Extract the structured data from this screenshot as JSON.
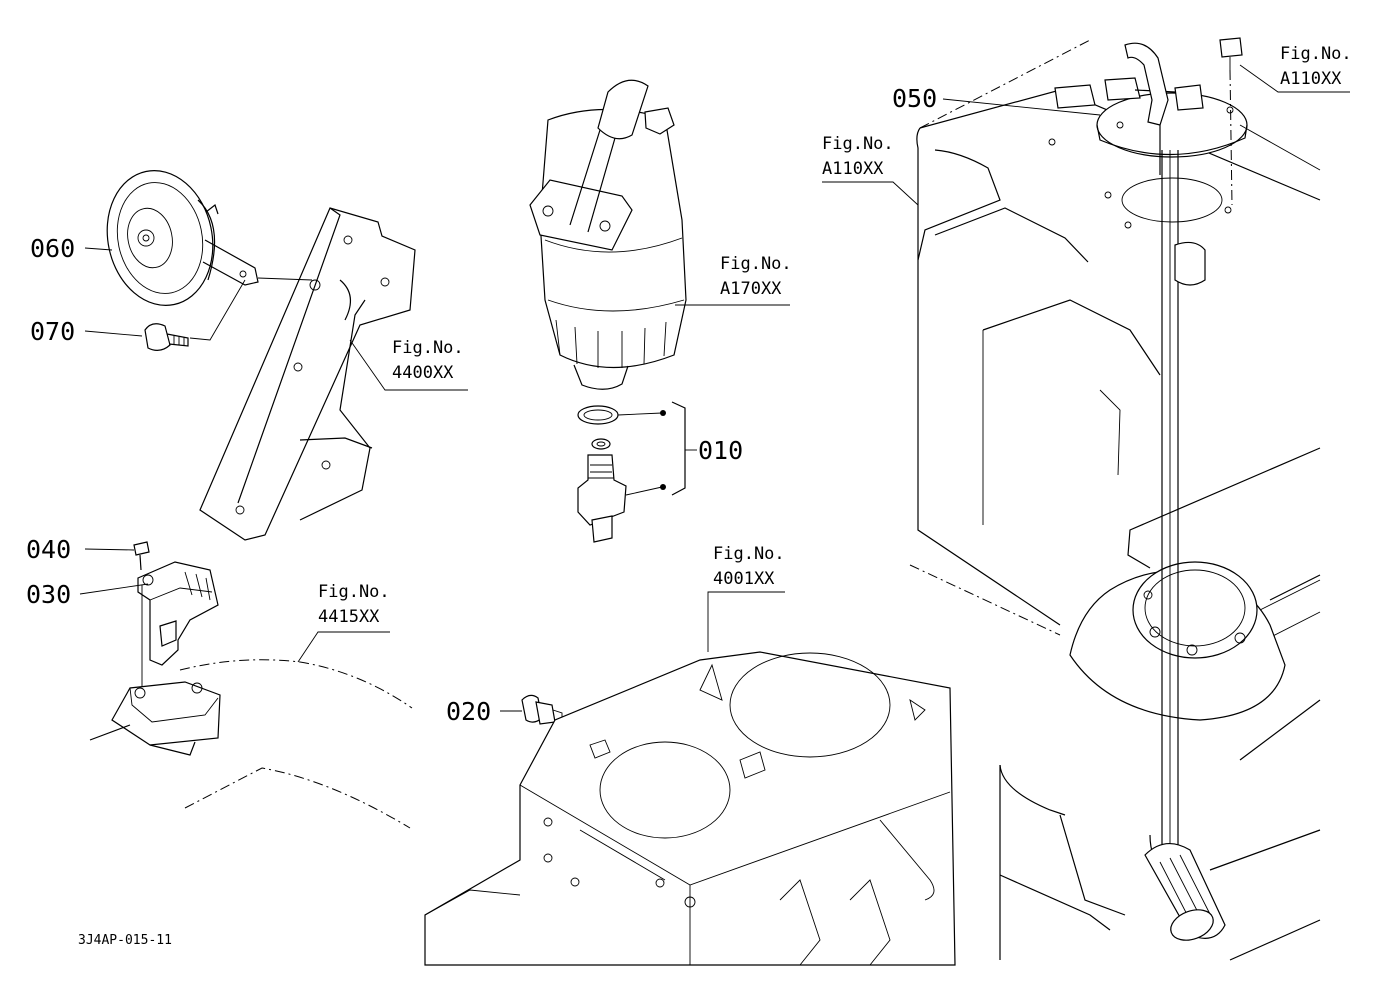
{
  "parts": [
    {
      "id": "p060",
      "number": "060"
    },
    {
      "id": "p070",
      "number": "070"
    },
    {
      "id": "p010",
      "number": "010"
    },
    {
      "id": "p040",
      "number": "040"
    },
    {
      "id": "p030",
      "number": "030"
    },
    {
      "id": "p020",
      "number": "020"
    },
    {
      "id": "p050",
      "number": "050"
    }
  ],
  "figure_refs": [
    {
      "id": "f4400",
      "prefix": "Fig.No.",
      "code": "4400XX"
    },
    {
      "id": "fA170",
      "prefix": "Fig.No.",
      "code": "A170XX"
    },
    {
      "id": "f4415",
      "prefix": "Fig.No.",
      "code": "4415XX"
    },
    {
      "id": "f4001",
      "prefix": "Fig.No.",
      "code": "4001XX"
    },
    {
      "id": "fA110a",
      "prefix": "Fig.No.",
      "code": "A110XX"
    },
    {
      "id": "fA110b",
      "prefix": "Fig.No.",
      "code": "A110XX"
    }
  ],
  "drawing_code": "3J4AP-015-11"
}
